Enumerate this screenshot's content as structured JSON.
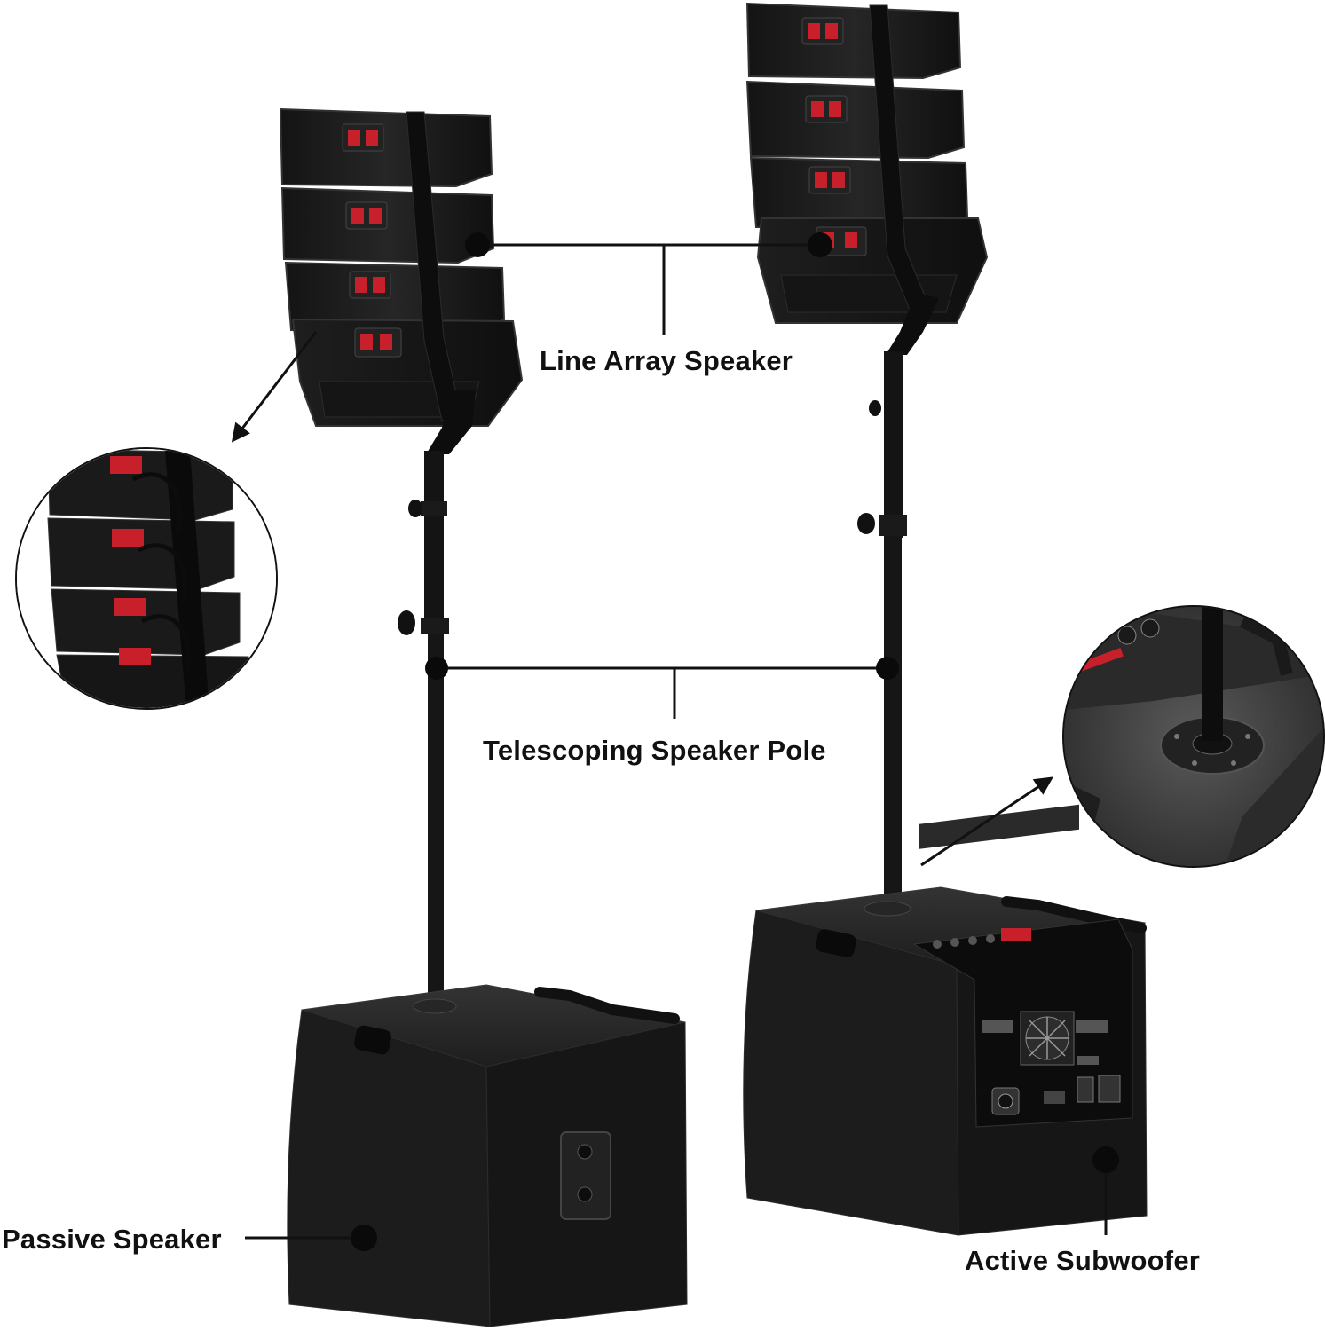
{
  "callouts": {
    "line_array": "Line Array Speaker",
    "pole": "Telescoping Speaker Pole",
    "passive": "Passive Speaker",
    "active_sub": "Active Subwoofer"
  },
  "colors": {
    "background": "#ffffff",
    "cabinet": "#1b1b1b",
    "cabinet_dark": "#0c0c0c",
    "cabinet_edge": "#2e2e2e",
    "pole": "#141414",
    "terminal_red": "#c8202a",
    "line": "#111111",
    "label": "#111111"
  },
  "icons": {
    "arrow_left": "arrow-down-left",
    "arrow_right": "arrow-up-right",
    "dot": "filled-circle"
  }
}
